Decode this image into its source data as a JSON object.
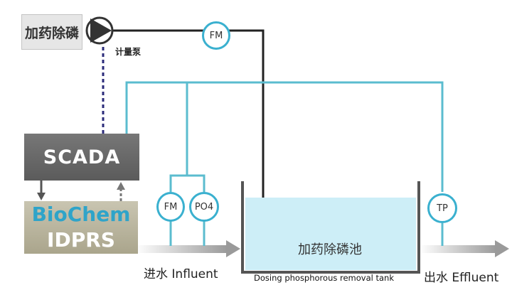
{
  "dosing_unit": {
    "label": "加药除磷"
  },
  "pump": {
    "label": "计量泵"
  },
  "scada": {
    "label": "SCADA"
  },
  "biochem": {
    "line1": "BioChem",
    "line2": "IDPRS"
  },
  "meters": {
    "fm_top": "FM",
    "fm_inlet": "FM",
    "po4": "PO4",
    "tp": "TP"
  },
  "tank": {
    "label_cn": "加药除磷池",
    "label_en": "Dosing phosphorous removal tank"
  },
  "influent": {
    "label": "进水 Influent"
  },
  "effluent": {
    "label": "出水 Effluent"
  },
  "colors": {
    "signal_line": "#5bbccf",
    "dosing_line": "#222222",
    "control_link": "#2b2b7a",
    "tank_water": "#cdeef7",
    "meter_ring": "#3ab0cf"
  }
}
